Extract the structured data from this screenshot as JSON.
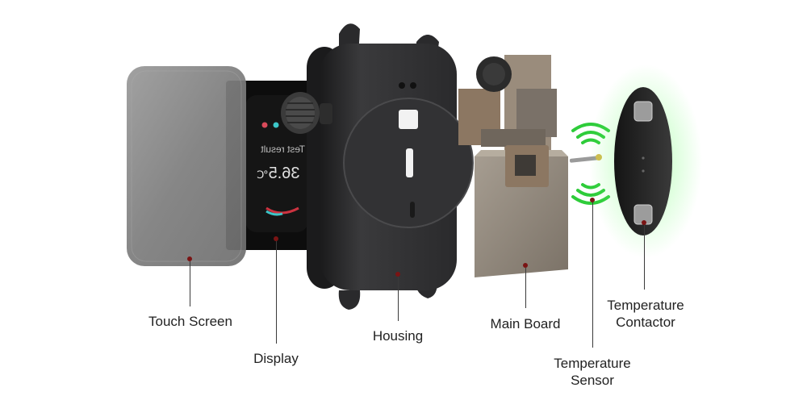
{
  "screen": {
    "header_text": "Test result",
    "reading": "36.5",
    "unit": "℃"
  },
  "labels": {
    "touch_screen": "Touch Screen",
    "display": "Display",
    "housing": "Housing",
    "main_board": "Main Board",
    "temperature_sensor_line1": "Temperature",
    "temperature_sensor_line2": "Sensor",
    "temperature_contactor_line1": "Temperature",
    "temperature_contactor_line2": "Contactor"
  },
  "colors": {
    "signal": "#2ecc3a",
    "leader_dot": "#7a1414",
    "housing": "#2c2c2e",
    "board": "#8d8478"
  }
}
